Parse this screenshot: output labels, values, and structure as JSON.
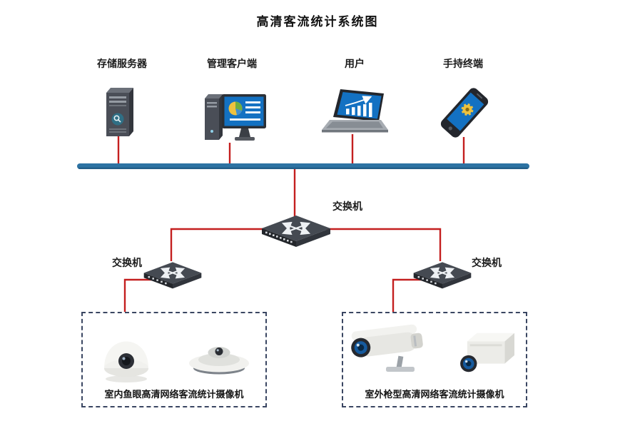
{
  "title": "高清客流统计系统图",
  "colors": {
    "bus_bar": "#2d73a3",
    "connection_line": "#c41f1f",
    "group_border": "#3a4662",
    "screen_blue": "#1371c2"
  },
  "devices": {
    "storage_server": {
      "label": "存储服务器"
    },
    "management_client": {
      "label": "管理客户端"
    },
    "user": {
      "label": "用户"
    },
    "handheld_terminal": {
      "label": "手持终端"
    }
  },
  "switches": {
    "core": {
      "label": "交换机"
    },
    "left": {
      "label": "交换机"
    },
    "right": {
      "label": "交换机"
    }
  },
  "camera_groups": {
    "indoor": {
      "label": "室内鱼眼高清网络客流统计摄像机"
    },
    "outdoor": {
      "label": "室外枪型高清网络客流统计摄像机"
    }
  }
}
